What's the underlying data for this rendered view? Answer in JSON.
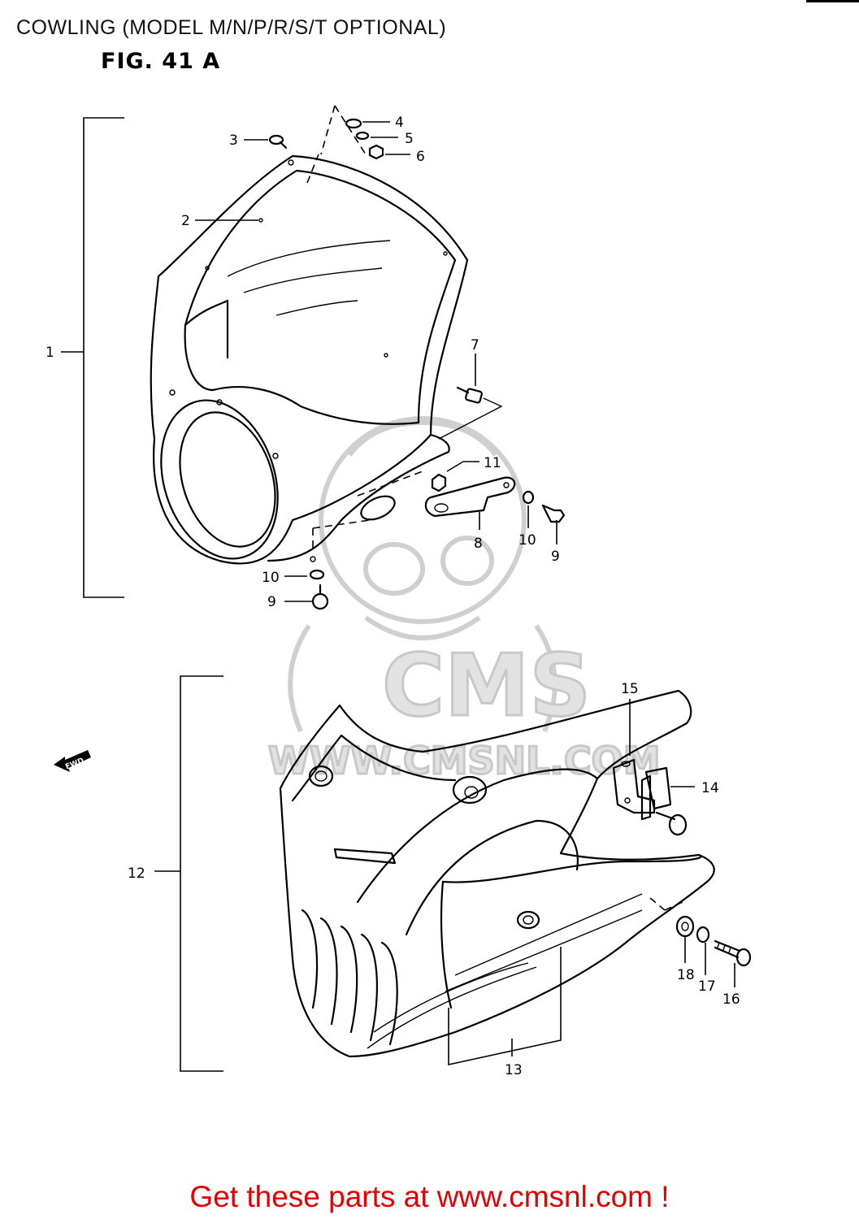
{
  "header": {
    "title": "COWLING (MODEL M/N/P/R/S/T OPTIONAL)",
    "figure": "FIG. 41 A"
  },
  "callouts": [
    "1",
    "2",
    "3",
    "4",
    "5",
    "6",
    "7",
    "8",
    "9",
    "10",
    "11",
    "12",
    "13",
    "14",
    "15",
    "16",
    "17",
    "18"
  ],
  "direction_arrow": {
    "label": "FWD"
  },
  "watermark": {
    "brand": "CMS",
    "url": "WWW.CMSNL.COM"
  },
  "footer": {
    "text": "Get these parts at www.cmsnl.com !",
    "color": "#e60000"
  }
}
